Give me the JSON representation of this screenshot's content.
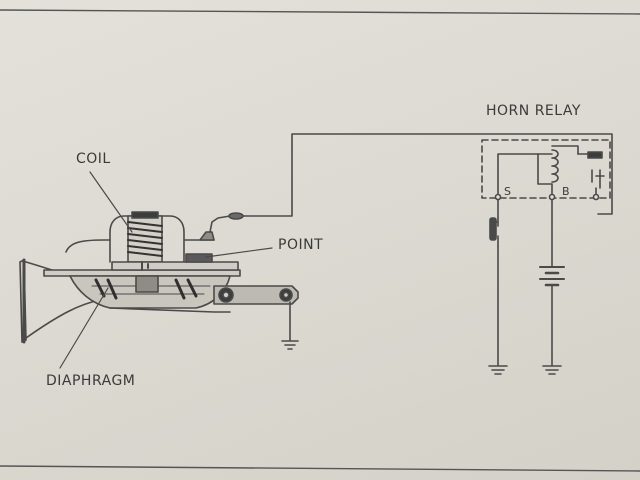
{
  "labels": {
    "coil": "COIL",
    "point": "POINT",
    "diaphragm": "DIAPHRAGM",
    "horn_relay": "HORN RELAY",
    "terminal_s": "S",
    "terminal_b": "B"
  }
}
